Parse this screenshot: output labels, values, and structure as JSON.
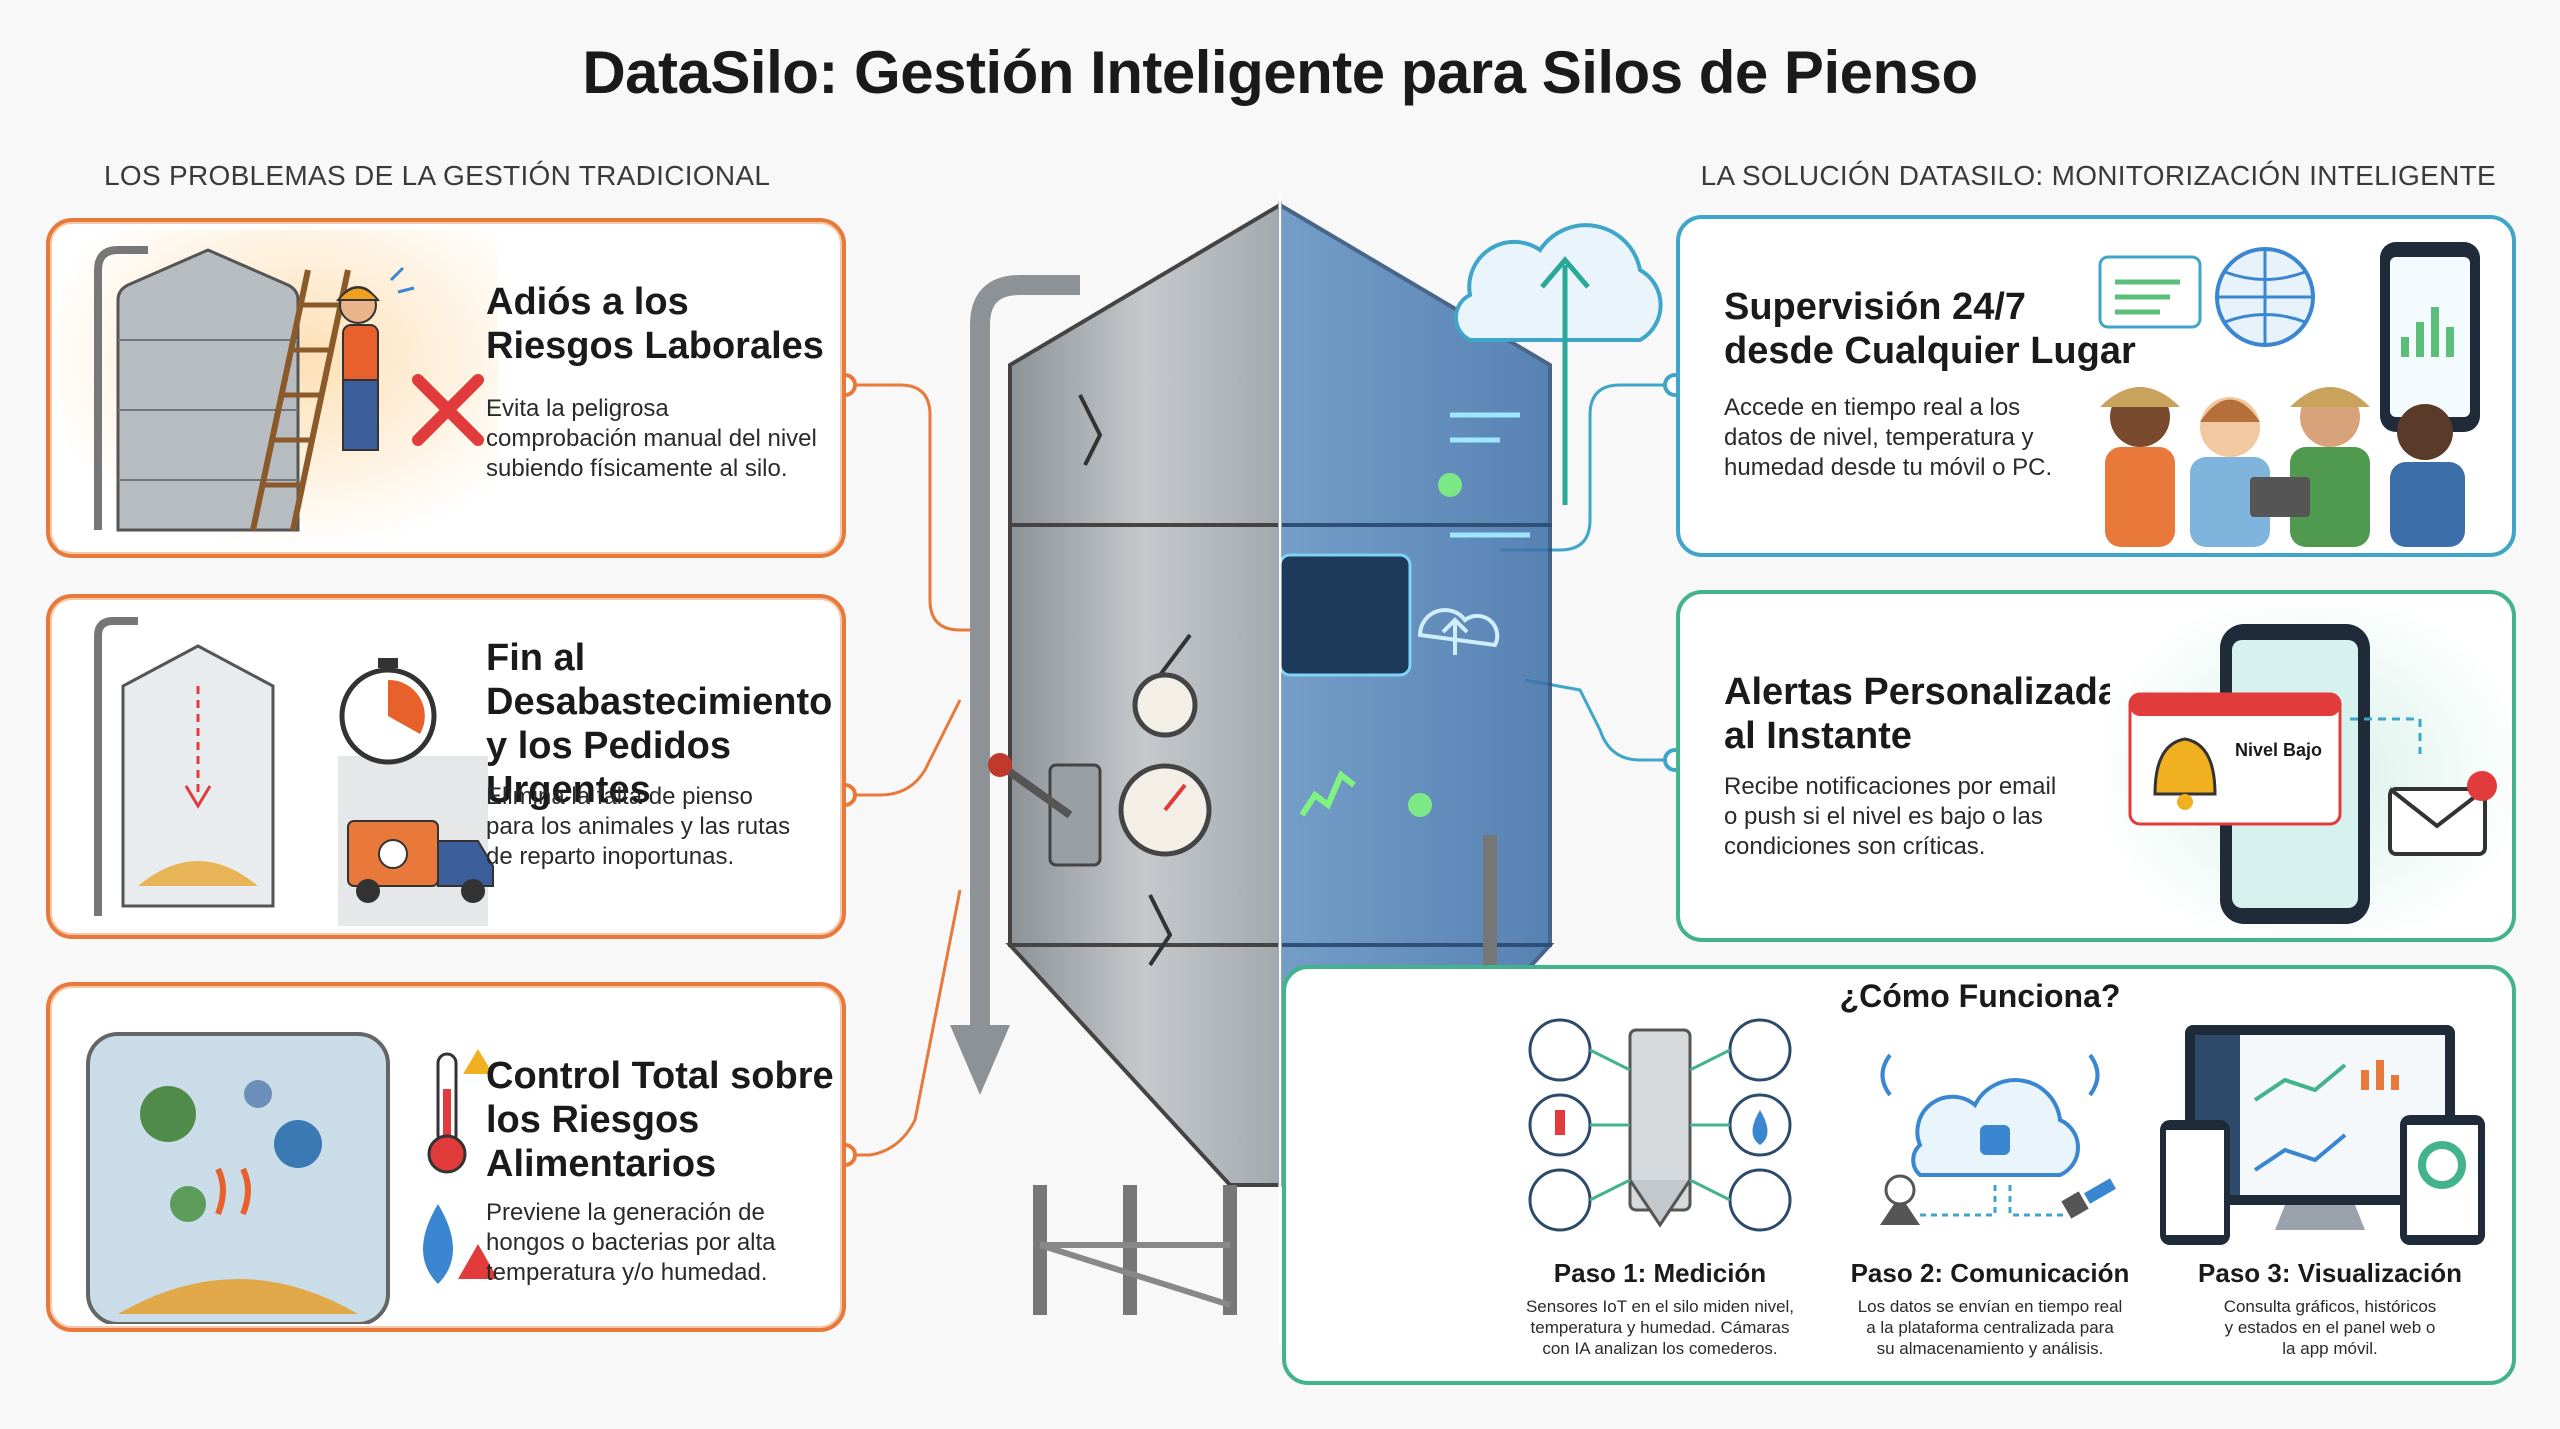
{
  "title": "DataSilo: Gestión Inteligente para Silos de Pienso",
  "left_heading": "LOS PROBLEMAS DE LA GESTIÓN TRADICIONAL",
  "right_heading": "LA SOLUCIÓN DATASILO: MONITORIZACIÓN INTELIGENTE",
  "problems": [
    {
      "title_l1": "Adiós a los",
      "title_l2": "Riesgos Laborales",
      "title_l3": "",
      "desc_l1": "Evita la peligrosa",
      "desc_l2": "comprobación manual del nivel",
      "desc_l3": "subiendo físicamente al silo."
    },
    {
      "title_l1": "Fin al",
      "title_l2": "Desabastecimiento",
      "title_l3": "y los Pedidos Urgentes",
      "desc_l1": "Elimina la falta de pienso",
      "desc_l2": "para los animales y las rutas",
      "desc_l3": "de reparto inoportunas."
    },
    {
      "title_l1": "Control Total sobre",
      "title_l2": "los Riesgos",
      "title_l3": "Alimentarios",
      "desc_l1": "Previene la generación de",
      "desc_l2": "hongos o bacterias por alta",
      "desc_l3": "temperatura y/o humedad."
    }
  ],
  "solutions": [
    {
      "title_l1": "Supervisión 24/7",
      "title_l2": "desde Cualquier Lugar",
      "desc_l1": "Accede en tiempo real a los",
      "desc_l2": "datos de nivel, temperatura y",
      "desc_l3": "humedad desde tu móvil o PC."
    },
    {
      "title_l1": "Alertas Personalizadas",
      "title_l2": "al Instante",
      "desc_l1": "Recibe notificaciones por email",
      "desc_l2": "o push si el nivel es bajo o las",
      "desc_l3": "condiciones son críticas.",
      "alert_label": "Nivel Bajo"
    }
  ],
  "how_it_works": {
    "title": "¿Cómo Funciona?",
    "steps": [
      {
        "title": "Paso 1: Medición",
        "desc_l1": "Sensores IoT en el silo miden nivel,",
        "desc_l2": "temperatura y humedad. Cámaras",
        "desc_l3": "con IA analizan los comederos."
      },
      {
        "title": "Paso 2: Comunicación",
        "desc_l1": "Los datos se envían en tiempo real",
        "desc_l2": "a la plataforma centralizada para",
        "desc_l3": "su almacenamiento y análisis."
      },
      {
        "title": "Paso 3: Visualización",
        "desc_l1": "Consulta gráficos, históricos",
        "desc_l2": "y estados en el panel web o",
        "desc_l3": "la app móvil."
      }
    ]
  },
  "colors": {
    "problem_border": "#e8793a",
    "solution_border": "#3fa6c9",
    "solution_border_green": "#42b38a",
    "silo_steel": "#a9aeb3",
    "silo_digital": "#4a86c4",
    "alert_red": "#e23b3b"
  },
  "icons": [
    "worker-on-ladder-icon",
    "cross-icon",
    "stopwatch-icon",
    "delivery-truck-icon",
    "thermometer-icon",
    "water-drop-icon",
    "warning-icon",
    "cloud-upload-icon",
    "globe-icon",
    "smartphone-icon",
    "bell-icon",
    "email-icon",
    "antenna-icon",
    "satellite-icon",
    "laptop-icon"
  ]
}
